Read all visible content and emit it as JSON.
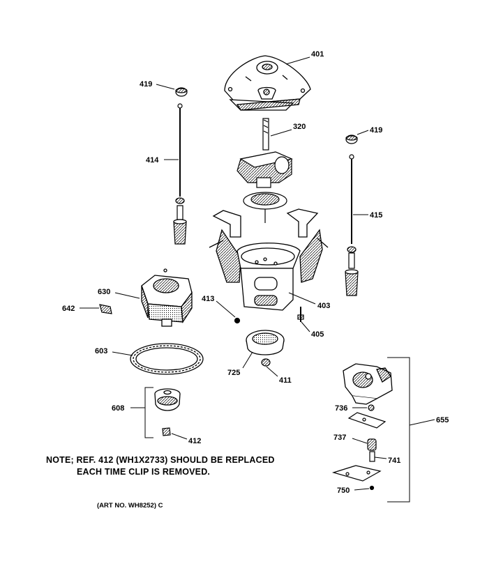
{
  "labels": {
    "p401": "401",
    "p419a": "419",
    "p419b": "419",
    "p320": "320",
    "p414": "414",
    "p415": "415",
    "p630": "630",
    "p642": "642",
    "p413": "413",
    "p403": "403",
    "p405": "405",
    "p603": "603",
    "p725": "725",
    "p411": "411",
    "p608": "608",
    "p412": "412",
    "p655": "655",
    "p736": "736",
    "p737": "737",
    "p741": "741",
    "p750": "750"
  },
  "note": {
    "line1": "NOTE; REF. 412 (WH1X2733) SHOULD BE REPLACED",
    "line2": "EACH TIME CLIP IS REMOVED."
  },
  "art_no": "(ART NO. WH8252) C"
}
